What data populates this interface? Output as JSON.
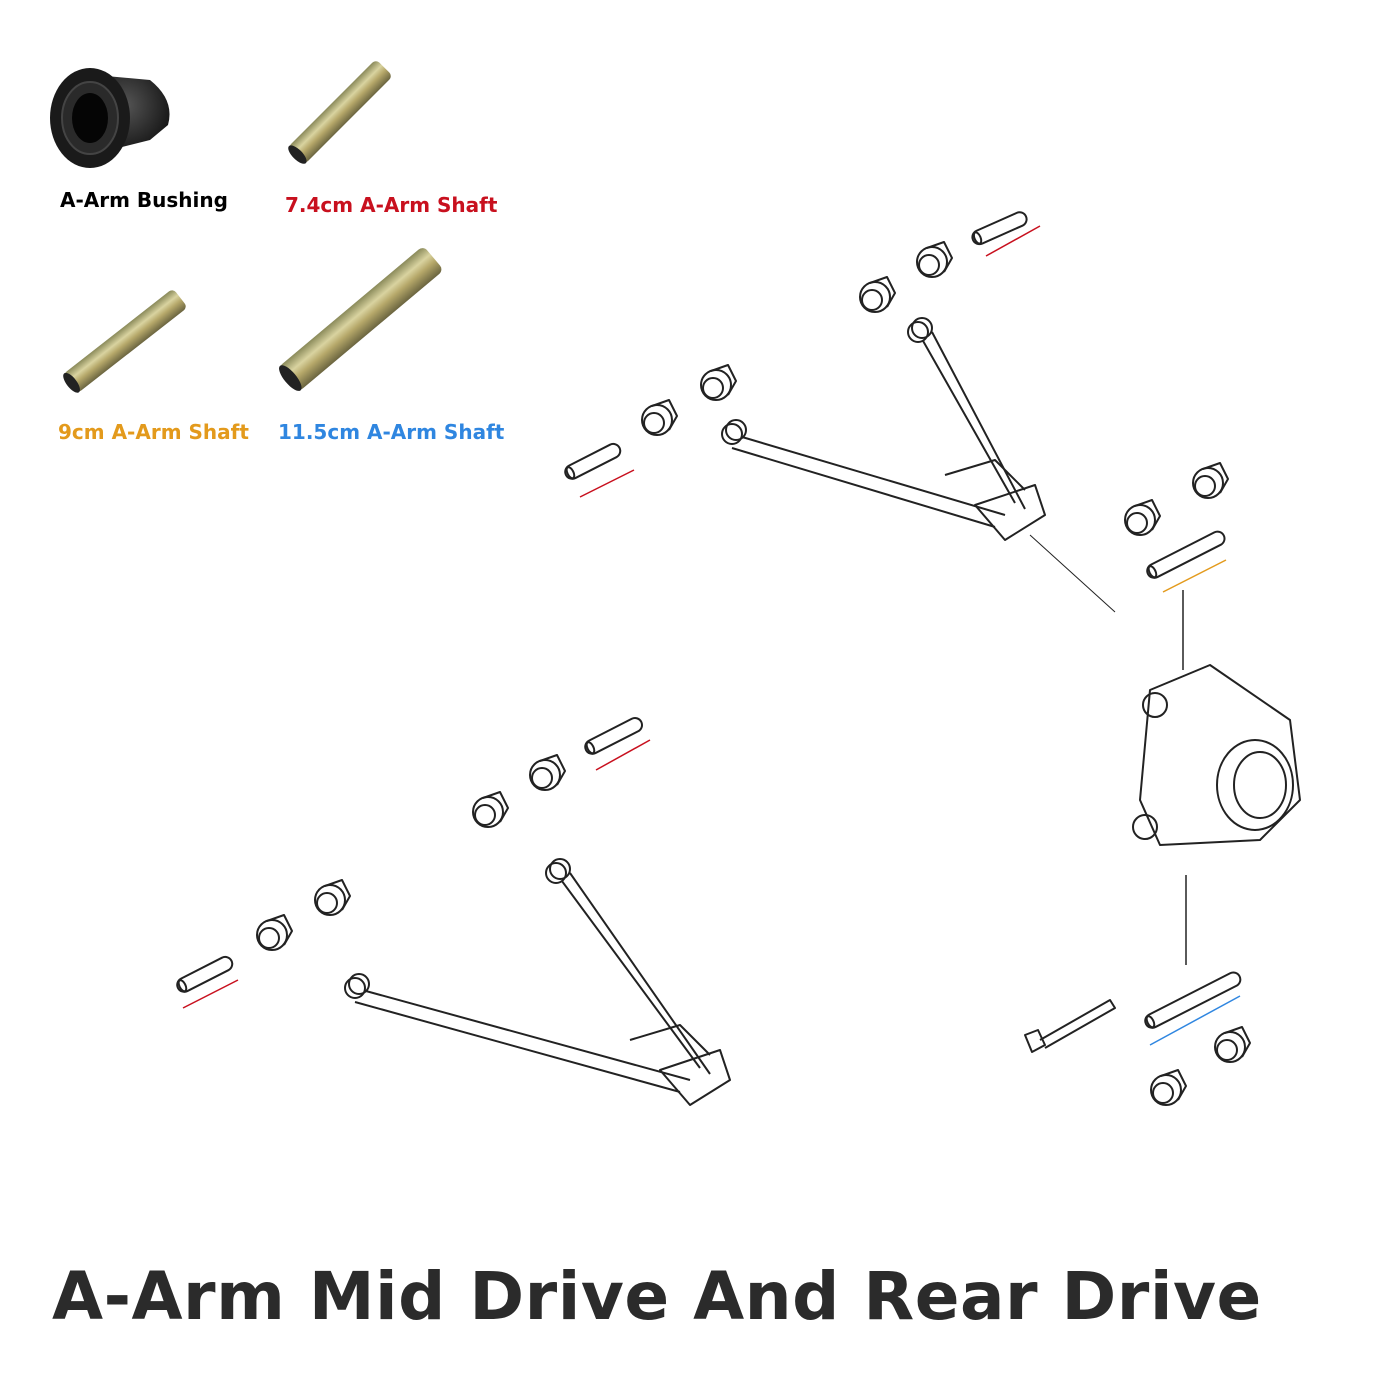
{
  "legend": [
    {
      "label": "A-Arm Bushing",
      "color": "#111111"
    },
    {
      "label": "7.4cm A-Arm Shaft",
      "color": "#c8101e"
    },
    {
      "label": "9cm A-Arm Shaft",
      "color": "#e39a1c"
    },
    {
      "label": "11.5cm A-Arm Shaft",
      "color": "#2f86e0"
    }
  ],
  "title": "A-Arm Mid Drive And Rear Drive"
}
